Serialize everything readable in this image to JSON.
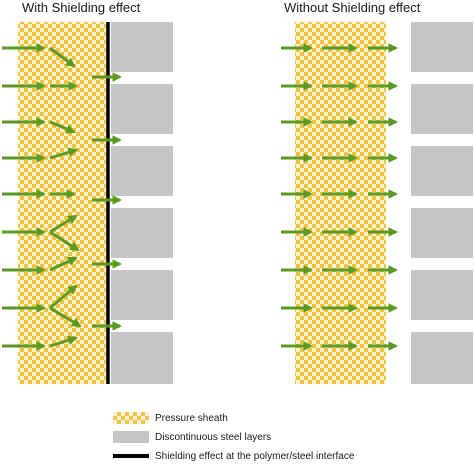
{
  "panels": {
    "left_title": "With Shielding effect",
    "right_title": "Without Shielding effect"
  },
  "legend": {
    "sheath_label": "Pressure sheath",
    "steel_label": "Discontinuous steel layers",
    "shield_label": "Shielding effect at the polymer/steel interface"
  },
  "colors": {
    "sheath_check": "#f3c23d",
    "sheath_fill": "#fbe9b4",
    "steel": "#c4c6c5",
    "arrow": "#5a9a20",
    "interface_line": "#000000"
  }
}
